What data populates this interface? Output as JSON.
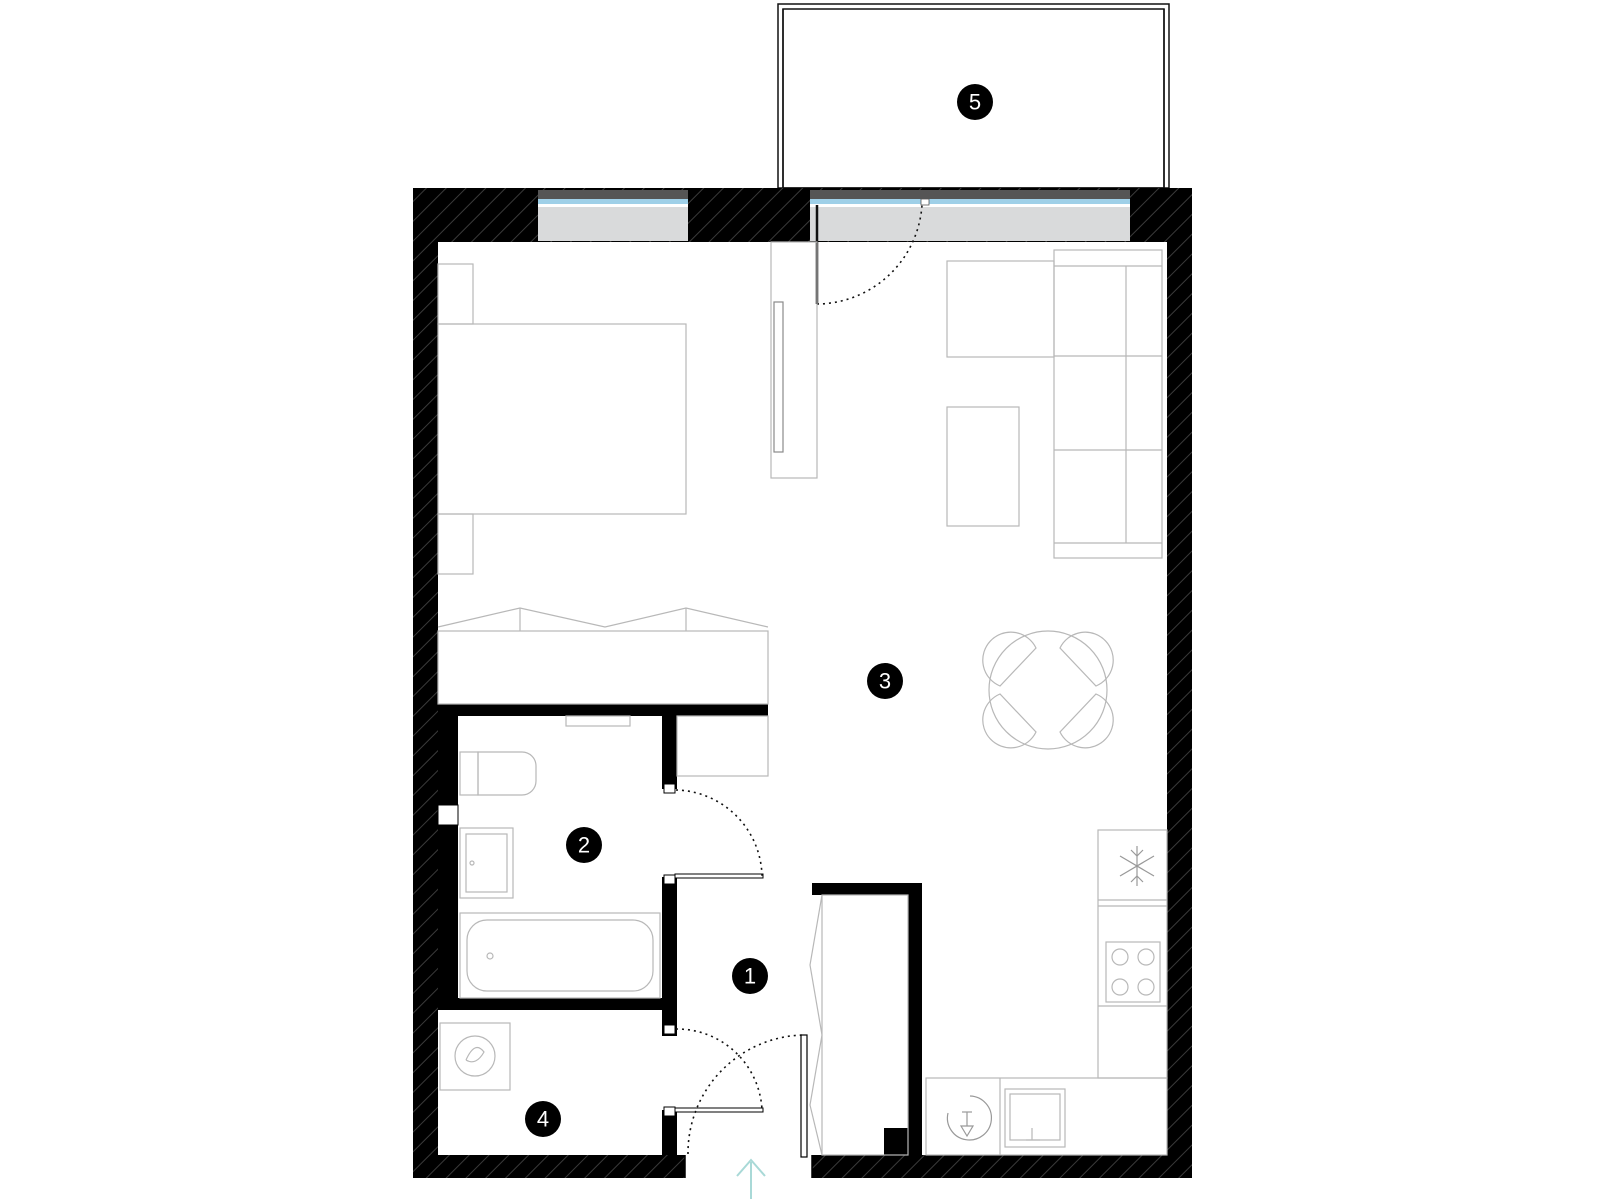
{
  "rooms": [
    {
      "id": "1",
      "label": "1"
    },
    {
      "id": "2",
      "label": "2"
    },
    {
      "id": "3",
      "label": "3"
    },
    {
      "id": "4",
      "label": "4"
    },
    {
      "id": "5",
      "label": "5"
    }
  ],
  "icons": {
    "entrance": "arrow-up-icon",
    "fridge": "snowflake-icon",
    "dishwasher": "dishwasher-icon",
    "washer": "washing-machine-icon"
  },
  "colors": {
    "wall": "#000000",
    "furniture": "#b8b8b8",
    "window_glass": "#d9dadb",
    "entrance_arrow": "#a9d9d7"
  }
}
